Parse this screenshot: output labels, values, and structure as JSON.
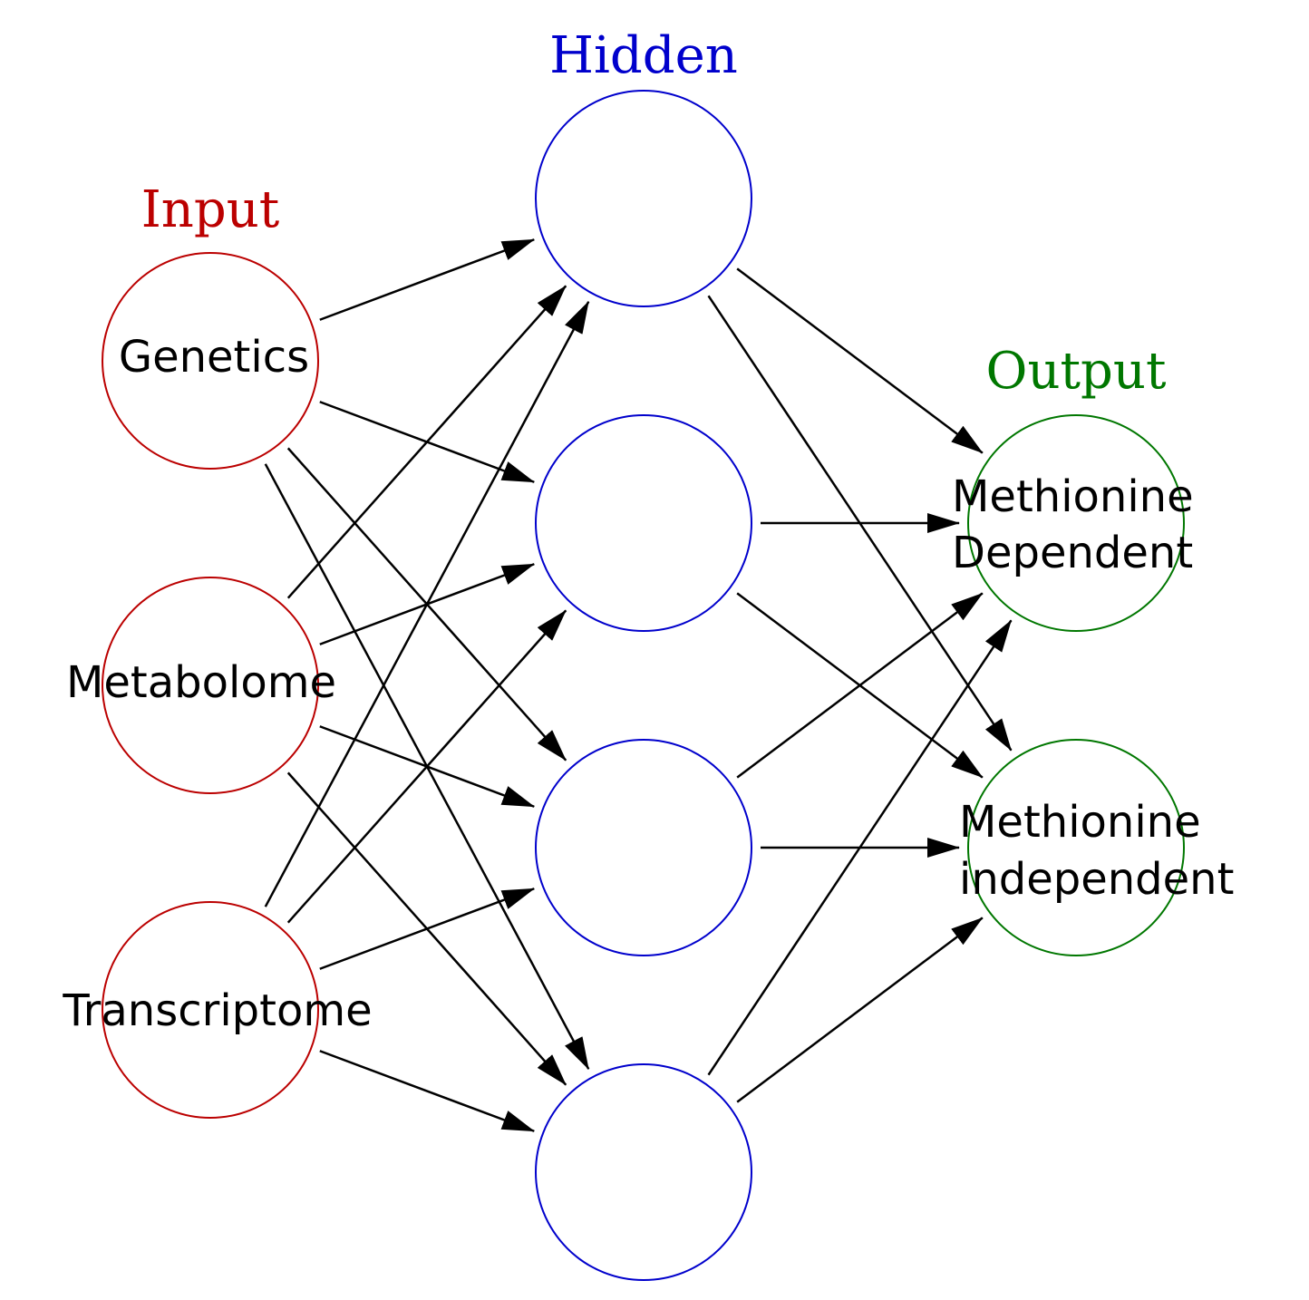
{
  "colors": {
    "input": "#bb0000",
    "hidden": "#0000cc",
    "output": "#007700",
    "edge": "#000000"
  },
  "layers": {
    "input": {
      "title": "Input",
      "nodes": [
        "Genetics",
        "Metabolome",
        "Transcriptome"
      ]
    },
    "hidden": {
      "title": "Hidden",
      "node_count": 4
    },
    "output": {
      "title": "Output",
      "nodes": [
        [
          "Methionine",
          "Dependent"
        ],
        [
          "Methionine",
          "independent"
        ]
      ]
    }
  },
  "connections": "fully connected: every input node to every hidden node, every hidden node to every output node"
}
